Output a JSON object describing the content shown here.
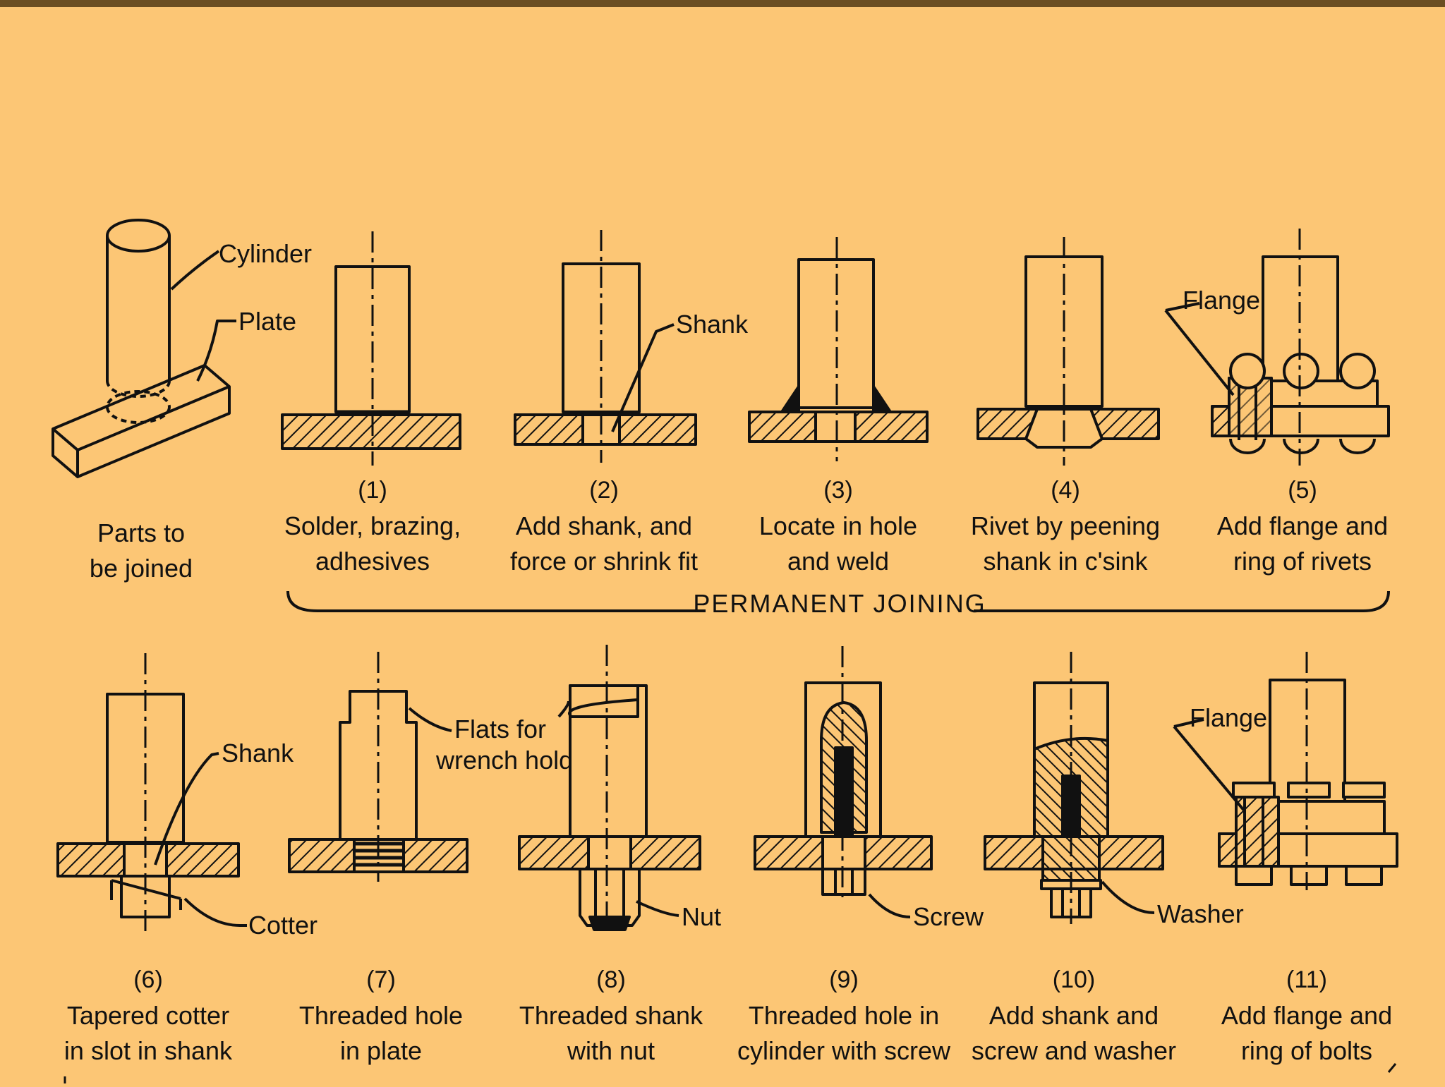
{
  "colors": {
    "background": "#fcc675",
    "ink": "#111111",
    "top_bar": "#6b4e22"
  },
  "parts_caption": [
    "Parts to",
    "be joined"
  ],
  "parts_labels": {
    "cylinder": "Cylinder",
    "plate": "Plate"
  },
  "permanent_group_label": "PERMANENT JOINING",
  "permanent_methods": [
    {
      "number": "(1)",
      "caption": [
        "Solder, brazing,",
        "adhesives"
      ]
    },
    {
      "number": "(2)",
      "caption": [
        "Add shank, and",
        "force or shrink fit"
      ],
      "callout": "Shank"
    },
    {
      "number": "(3)",
      "caption": [
        "Locate in hole",
        "and weld"
      ]
    },
    {
      "number": "(4)",
      "caption": [
        "Rivet by peening",
        "shank in c'sink"
      ]
    },
    {
      "number": "(5)",
      "caption": [
        "Add flange and",
        "ring of rivets"
      ],
      "callout": "Flange"
    }
  ],
  "removable_methods": [
    {
      "number": "(6)",
      "caption": [
        "Tapered cotter",
        "in slot in shank"
      ],
      "callouts": [
        "Shank",
        "Cotter"
      ]
    },
    {
      "number": "(7)",
      "caption": [
        "Threaded hole",
        "in plate"
      ],
      "callouts": [
        "Flats for",
        "wrench hold"
      ]
    },
    {
      "number": "(8)",
      "caption": [
        "Threaded shank",
        "with nut"
      ],
      "callouts": [
        "Nut"
      ]
    },
    {
      "number": "(9)",
      "caption": [
        "Threaded hole in",
        "cylinder with screw"
      ],
      "callouts": [
        "Screw"
      ]
    },
    {
      "number": "(10)",
      "caption": [
        "Add shank and",
        "screw and washer"
      ],
      "callouts": [
        "Washer"
      ]
    },
    {
      "number": "(11)",
      "caption": [
        "Add flange and",
        "ring of bolts"
      ],
      "callouts": [
        "Flange"
      ]
    }
  ]
}
